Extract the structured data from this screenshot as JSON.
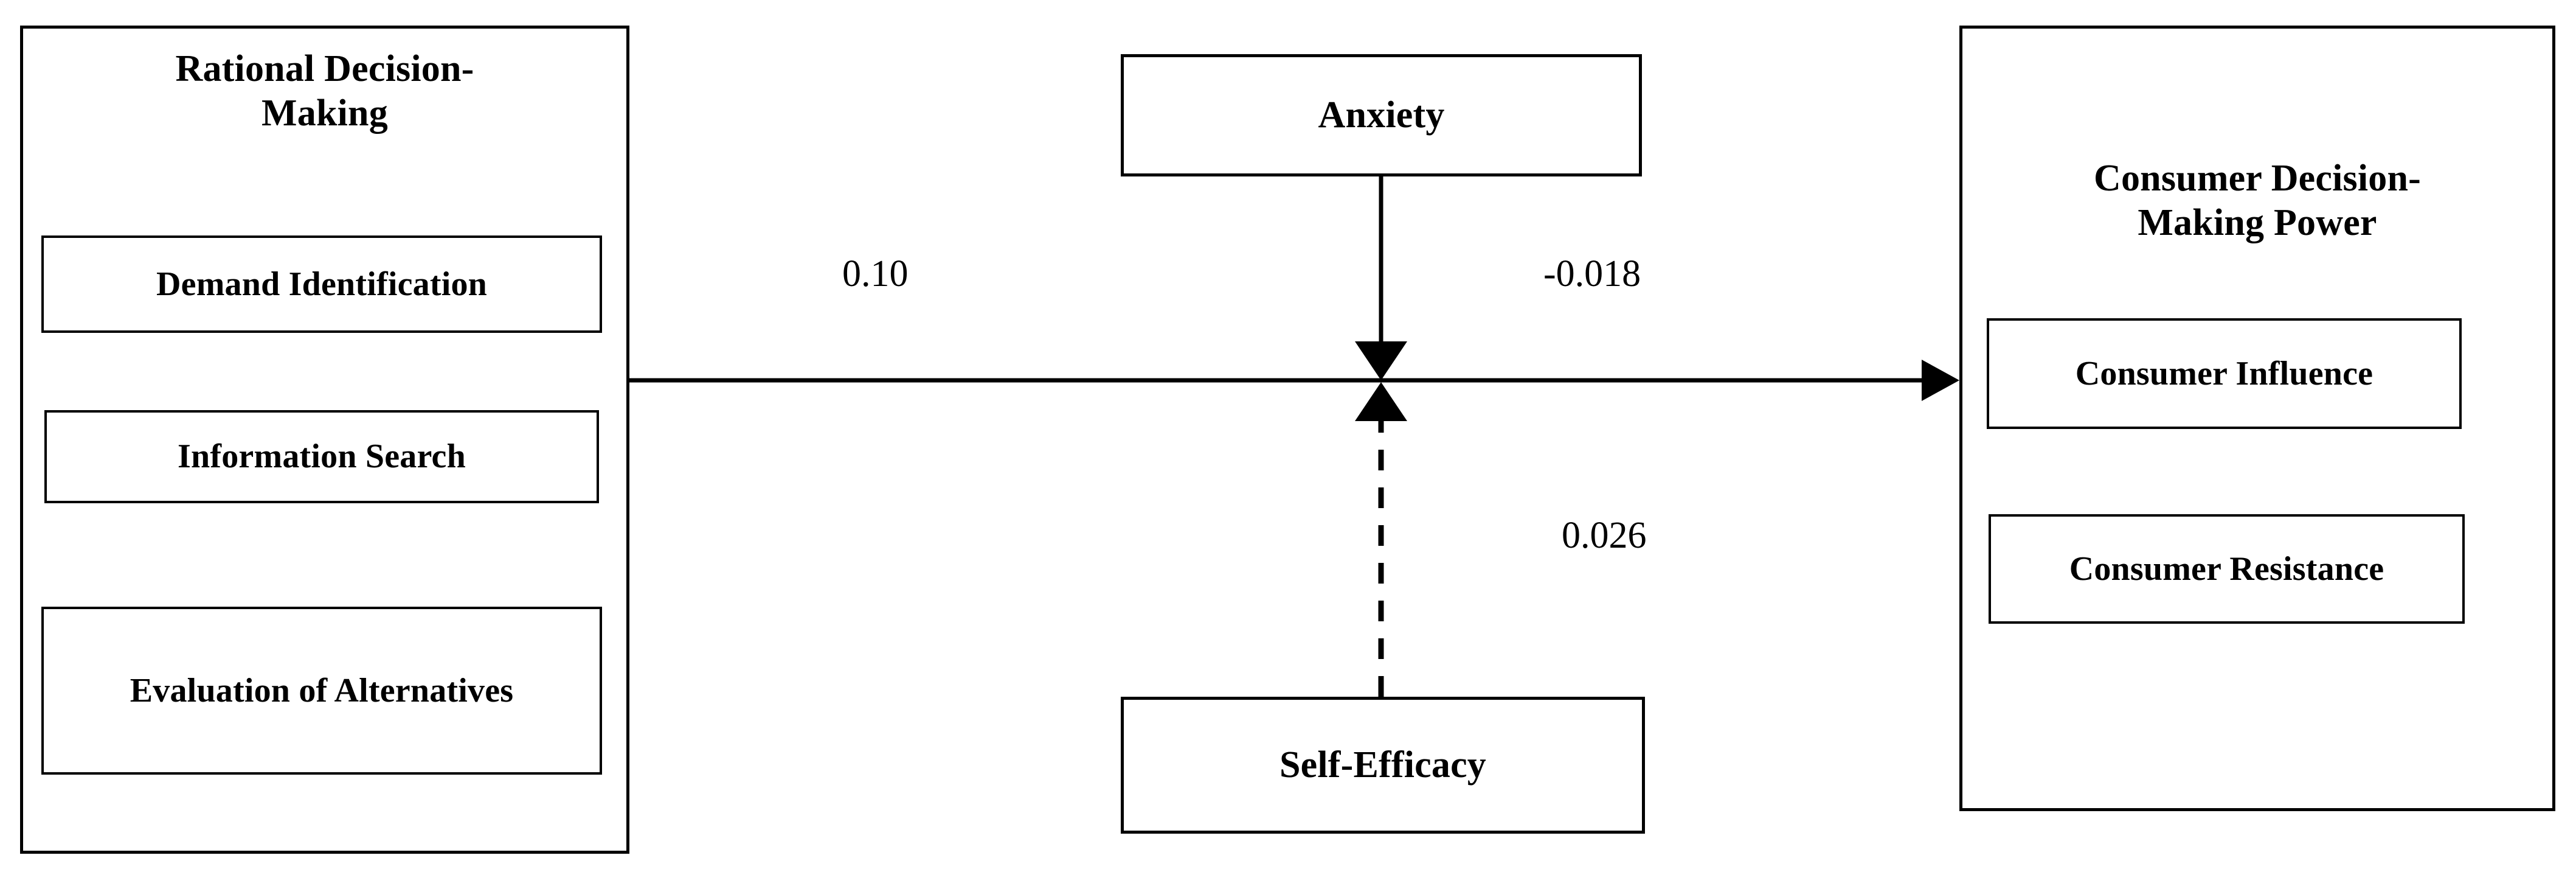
{
  "diagram": {
    "title": "",
    "type": "path-model",
    "left_panel": {
      "title": "Rational Decision-Making",
      "title_line_1": "Rational Decision-",
      "title_line_2": "Making",
      "items": [
        {
          "label": "Demand Identification"
        },
        {
          "label": "Information Search"
        },
        {
          "label": "Evaluation of Alternatives"
        }
      ]
    },
    "right_panel": {
      "title": "Consumer Decision-Making Power",
      "title_line_1": "Consumer Decision-",
      "title_line_2": "Making Power",
      "items": [
        {
          "label": "Consumer Influence"
        },
        {
          "label": "Consumer Resistance"
        }
      ]
    },
    "top_node": {
      "label": "Anxiety"
    },
    "bottom_node": {
      "label": "Self-Efficacy"
    },
    "coefficients": [
      {
        "id": "main-path",
        "value": "0.10",
        "from": "Rational Decision-Making",
        "to": "Consumer Decision-Making Power",
        "line": "solid"
      },
      {
        "id": "anxiety-path",
        "value": "-0.018",
        "from": "Anxiety",
        "to": "main-path",
        "line": "solid"
      },
      {
        "id": "efficacy-path",
        "value": "0.026",
        "from": "Self-Efficacy",
        "to": "main-path",
        "line": "dashed"
      }
    ],
    "colors": {
      "stroke": "#000000",
      "background": "#ffffff",
      "text": "#000000"
    }
  }
}
